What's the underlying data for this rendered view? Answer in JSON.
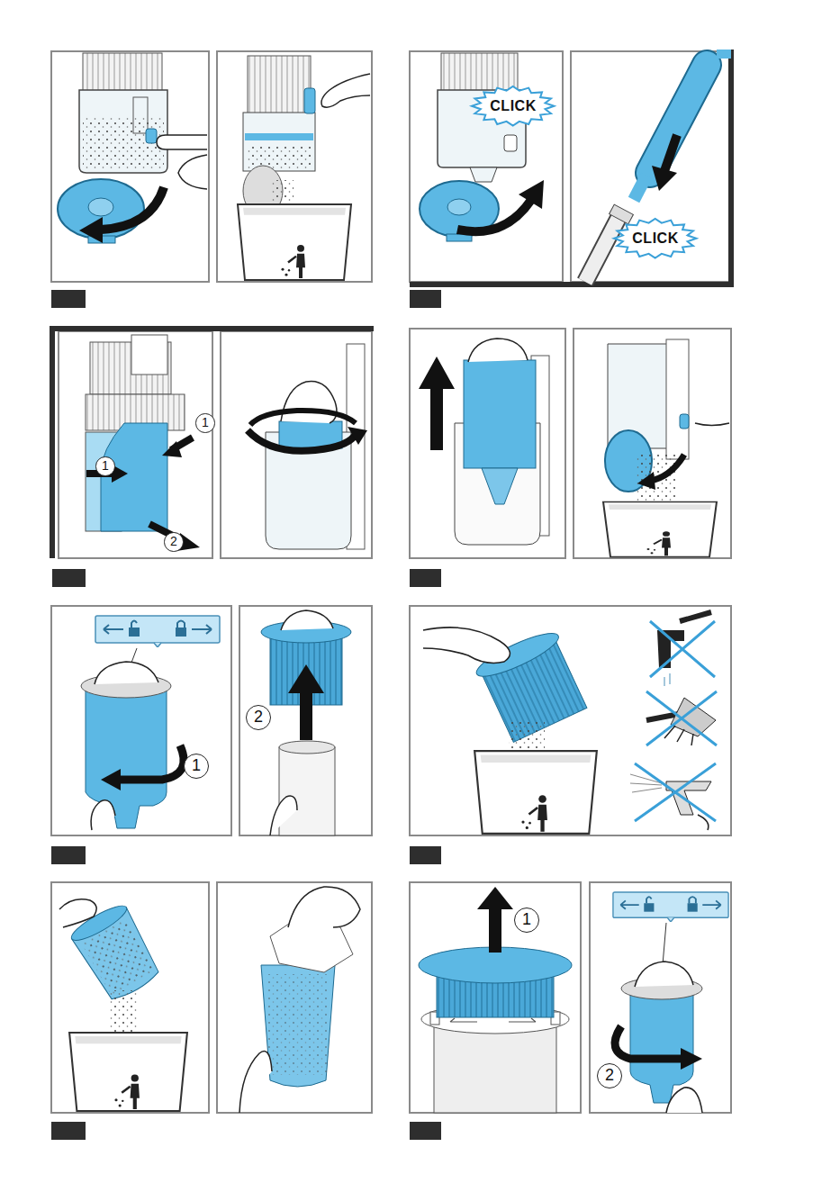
{
  "diagram": {
    "nodes": [
      {
        "text": [
          "CLICK"
        ]
      },
      {
        "text": [
          "CLICK"
        ]
      },
      {
        "text": [
          "1"
        ]
      },
      {
        "text": [
          "1"
        ]
      },
      {
        "text": [
          "2"
        ]
      },
      {
        "text": [
          "1"
        ]
      },
      {
        "text": [
          "2"
        ]
      },
      {
        "text": [
          "1"
        ]
      },
      {
        "text": [
          "2"
        ]
      }
    ]
  }
}
